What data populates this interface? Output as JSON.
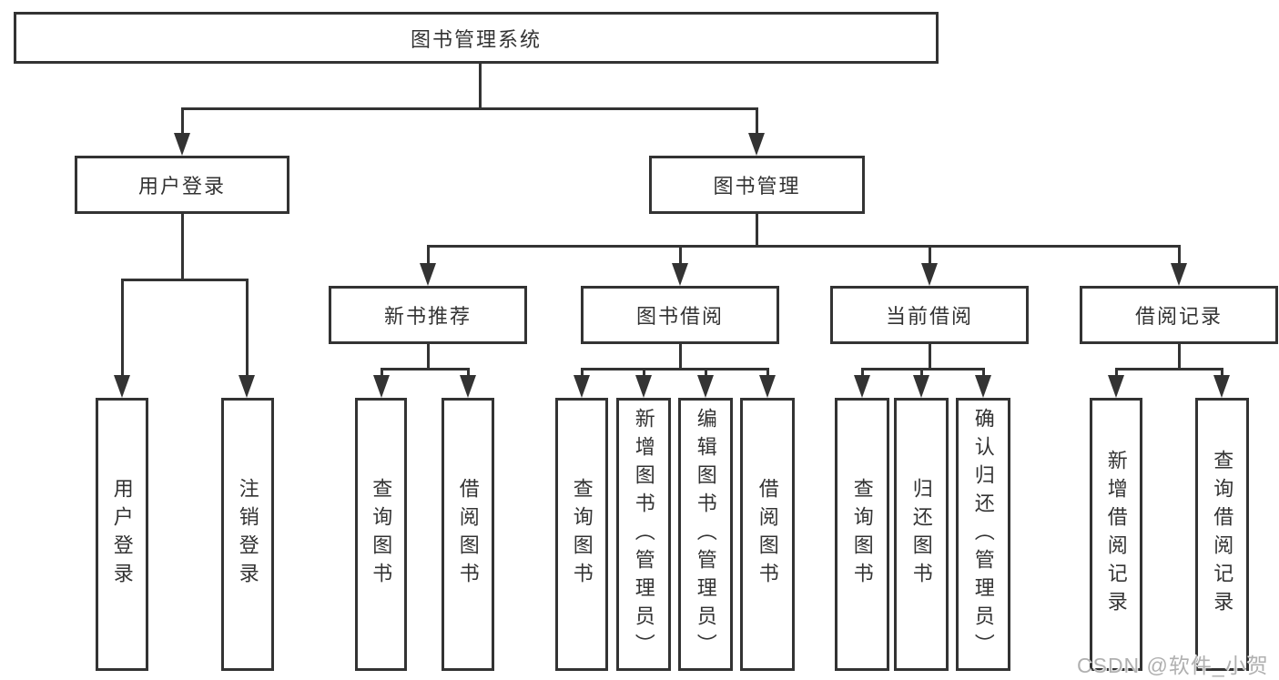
{
  "colors": {
    "line": "#333333",
    "text": "#333333",
    "background": "#ffffff",
    "watermark": "#b0b0b0"
  },
  "watermark": "CSDN @软件_小贺同学",
  "diagram": {
    "root": "图书管理系统",
    "level2": {
      "login": "用户登录",
      "mgmt": "图书管理"
    },
    "level3": [
      "新书推荐",
      "图书借阅",
      "当前借阅",
      "借阅记录"
    ],
    "leaves": {
      "login": [
        "用户登录",
        "注销登录"
      ],
      "newbook": [
        "查询图书",
        "借阅图书"
      ],
      "borrow": [
        "查询图书",
        "新增图书（管理员）",
        "编辑图书（管理员）",
        "借阅图书"
      ],
      "current": [
        "查询图书",
        "归还图书",
        "确认归还（管理员）"
      ],
      "records": [
        "新增借阅记录",
        "查询借阅记录"
      ]
    }
  }
}
